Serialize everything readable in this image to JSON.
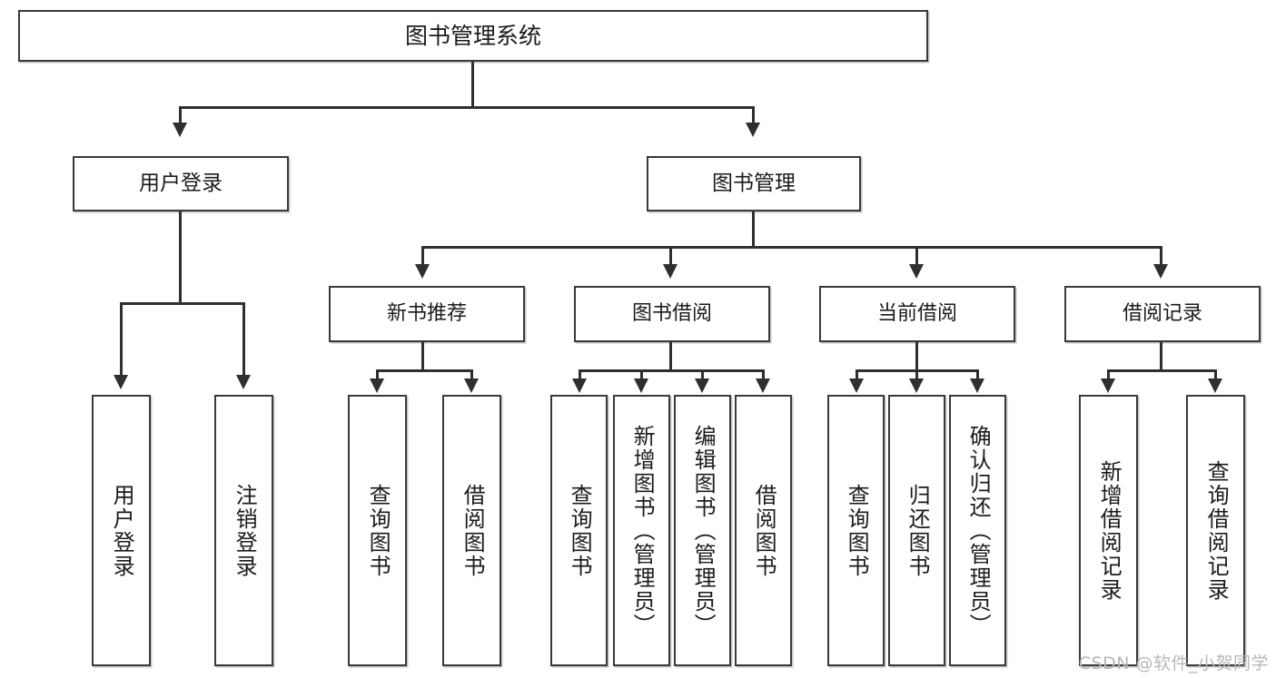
{
  "diagram": {
    "type": "tree",
    "title": "图书管理系统",
    "watermark": "CSDN @软件_小贺同学",
    "root": {
      "id": "root",
      "label": "图书管理系统"
    },
    "level1": [
      {
        "id": "user-login",
        "label": "用户登录"
      },
      {
        "id": "book-manage",
        "label": "图书管理"
      }
    ],
    "level2": [
      {
        "id": "new-book-recommend",
        "label": "新书推荐",
        "parent": "book-manage"
      },
      {
        "id": "book-borrow",
        "label": "图书借阅",
        "parent": "book-manage"
      },
      {
        "id": "current-borrow",
        "label": "当前借阅",
        "parent": "book-manage"
      },
      {
        "id": "borrow-record",
        "label": "借阅记录",
        "parent": "book-manage"
      }
    ],
    "leaves": {
      "user_login": [
        {
          "id": "leaf-user-login",
          "label": "用户登录"
        },
        {
          "id": "leaf-logout",
          "label": "注销登录"
        }
      ],
      "new_book_recommend": [
        {
          "id": "leaf-query-book-1",
          "label": "查询图书"
        },
        {
          "id": "leaf-borrow-book-1",
          "label": "借阅图书"
        }
      ],
      "book_borrow": [
        {
          "id": "leaf-query-book-2",
          "label": "查询图书"
        },
        {
          "id": "leaf-add-book",
          "label": "新增图书（管理员）"
        },
        {
          "id": "leaf-edit-book",
          "label": "编辑图书（管理员）"
        },
        {
          "id": "leaf-borrow-book-2",
          "label": "借阅图书"
        }
      ],
      "current_borrow": [
        {
          "id": "leaf-query-book-3",
          "label": "查询图书"
        },
        {
          "id": "leaf-return-book",
          "label": "归还图书"
        },
        {
          "id": "leaf-confirm-return",
          "label": "确认归还（管理员）"
        }
      ],
      "borrow_record": [
        {
          "id": "leaf-add-record",
          "label": "新增借阅记录"
        },
        {
          "id": "leaf-query-record",
          "label": "查询借阅记录"
        }
      ]
    },
    "colors": {
      "box_border": "#3a3a3a",
      "connector": "#2f2f2f",
      "box_fill": "#ffffff",
      "text": "#1b1b1b",
      "watermark": "#b7b7b7",
      "background": "#ffffff"
    }
  }
}
